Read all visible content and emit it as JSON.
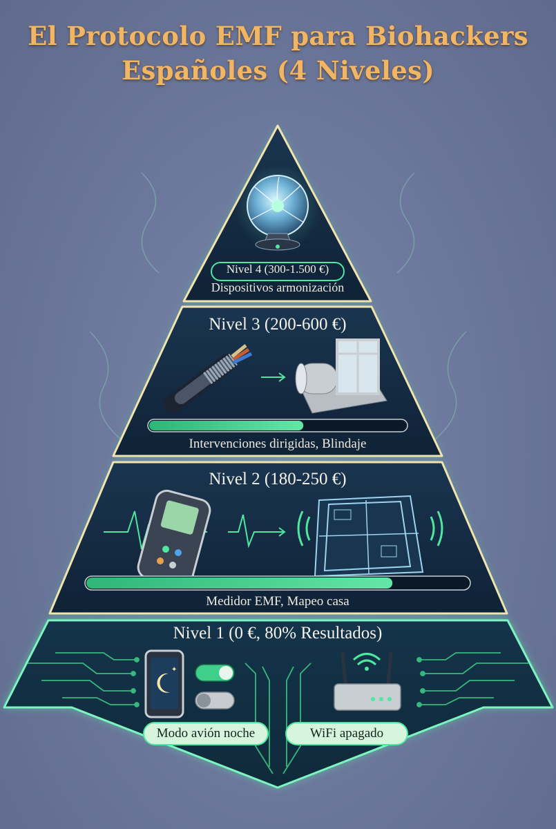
{
  "title": {
    "line1": "El Protocolo EMF para Biohackers",
    "line2": "Españoles (4 Niveles)"
  },
  "levels": [
    {
      "title": "Nivel 4 (300-1.500 €)",
      "subtitle": "Dispositivos armonización",
      "icons": [
        "plasma-globe-icon"
      ]
    },
    {
      "title": "Nivel 3 (200-600 €)",
      "subtitle": "Intervenciones dirigidas, Blindaje",
      "progress": 0.6,
      "icons": [
        "shielded-cable-icon",
        "shielding-roll-icon",
        "window-icon"
      ]
    },
    {
      "title": "Nivel 2 (180-250 €)",
      "subtitle": "Medidor EMF, Mapeo casa",
      "progress": 0.8,
      "icons": [
        "emf-meter-icon",
        "house-floorplan-icon",
        "signal-waves-icon"
      ]
    },
    {
      "title": "Nivel 1 (0 €, 80% Resultados)",
      "items": [
        "Modo avión noche",
        "WiFi apagado"
      ],
      "icons": [
        "phone-night-mode-icon",
        "toggle-switch-icon",
        "wifi-router-icon"
      ]
    }
  ],
  "colors": {
    "background": "#6b779a",
    "title": "#f0b565",
    "panel": "#13283d",
    "frame": "#f1e3ae",
    "glow": "#4ee8a0",
    "bar": "#3fcf8a"
  }
}
